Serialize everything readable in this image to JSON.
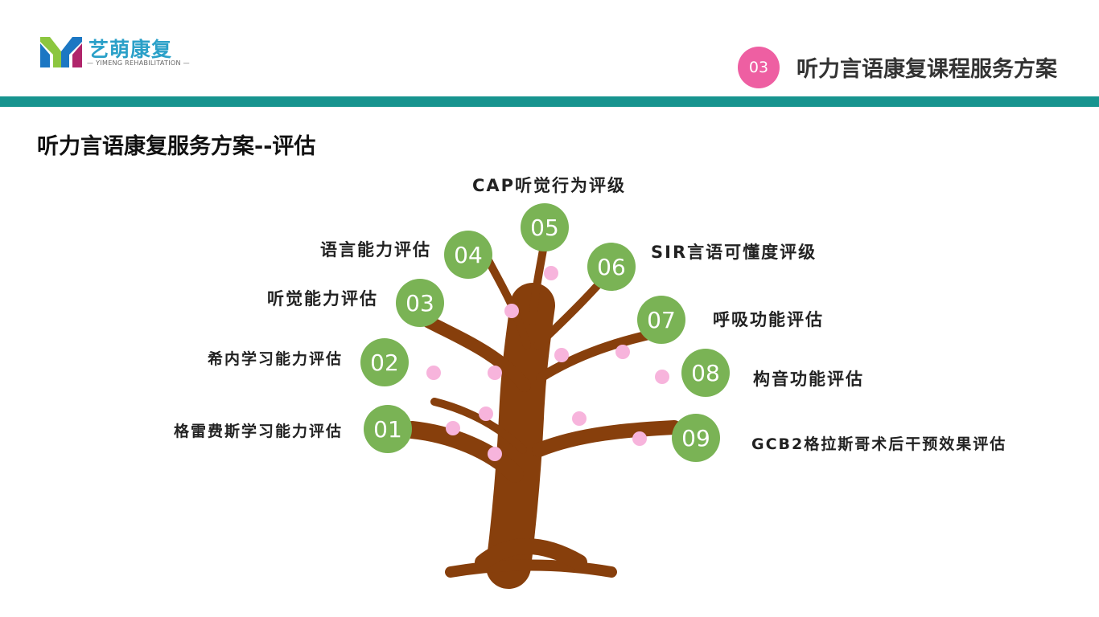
{
  "header": {
    "brand_name": "艺萌康复",
    "brand_sub": "— YIMENG REHABILITATION —",
    "section_number": "03",
    "section_title": "听力言语康复课程服务方案"
  },
  "colors": {
    "accent_teal": "#17948f",
    "badge_pink": "#ee5fa2",
    "node_green": "#7ab355",
    "trunk_brown": "#873f0c",
    "blossom_pink": "#f7b4dc",
    "logo_green": "#8cc63f",
    "logo_blue": "#1c77c3",
    "logo_magenta": "#b0256b"
  },
  "page_title": "听力言语康复服务方案--评估",
  "diagram": {
    "nodes": [
      {
        "number": "01",
        "label": "格雷费斯学习能力评估"
      },
      {
        "number": "02",
        "label": "希内学习能力评估"
      },
      {
        "number": "03",
        "label": "听觉能力评估"
      },
      {
        "number": "04",
        "label": "语言能力评估"
      },
      {
        "number": "05",
        "label": "CAP听觉行为评级"
      },
      {
        "number": "06",
        "label": "SIR言语可懂度评级"
      },
      {
        "number": "07",
        "label": "呼吸功能评估"
      },
      {
        "number": "08",
        "label": "构音功能评估"
      },
      {
        "number": "09",
        "label": "GCB2格拉斯哥术后干预效果评估"
      }
    ]
  }
}
